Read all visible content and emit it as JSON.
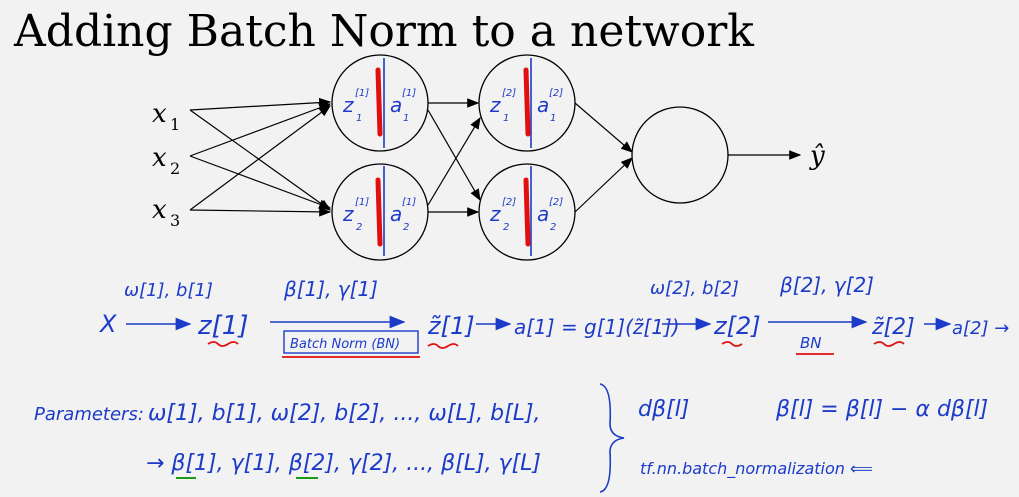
{
  "title": "Adding Batch Norm to a network",
  "inputs": [
    {
      "var": "x",
      "sub": "1"
    },
    {
      "var": "x",
      "sub": "2"
    },
    {
      "var": "x",
      "sub": "3"
    }
  ],
  "output": "ŷ",
  "layer1": [
    {
      "z": "z",
      "zsup": "[1]",
      "zsub": "1",
      "a": "a",
      "asup": "[1]",
      "asub": "1"
    },
    {
      "z": "z",
      "zsup": "[1]",
      "zsub": "2",
      "a": "a",
      "asup": "[1]",
      "asub": "2"
    }
  ],
  "layer2": [
    {
      "z": "z",
      "zsup": "[2]",
      "zsub": "1",
      "a": "a",
      "asup": "[2]",
      "asub": "1"
    },
    {
      "z": "z",
      "zsup": "[2]",
      "zsub": "2",
      "a": "a",
      "asup": "[2]",
      "asub": "2"
    }
  ],
  "pipeline": {
    "x": "X",
    "w1b1": "ω[1], b[1]",
    "z1": "z[1]",
    "beta_gamma1": "β[1], γ[1]",
    "batchnorm_label": "Batch Norm (BN)",
    "ztilde1": "z̃[1]",
    "a1_eq": "a[1] = g[1](z̃[1])",
    "w2b2": "ω[2], b[2]",
    "z2": "z[2]",
    "beta_gamma2": "β[2], γ[2]",
    "bn_label": "BN",
    "ztilde2": "z̃[2]",
    "a2": "a[2] →"
  },
  "parameters": {
    "label": "Parameters:",
    "row1": "ω[1], b[1], ω[2], b[2], ..., ω[L], b[L],",
    "row2": "→ β[1], γ[1], β[2], γ[2], ..., β[L], γ[L]"
  },
  "update": {
    "dbeta": "dβ[l]",
    "rule": "β[l] = β[l] − α dβ[l]",
    "tf": "tf.nn.batch_normalization ⟸"
  },
  "colors": {
    "ink": "#1c3bc8",
    "red": "#e01010",
    "green": "#1a9b1a"
  }
}
